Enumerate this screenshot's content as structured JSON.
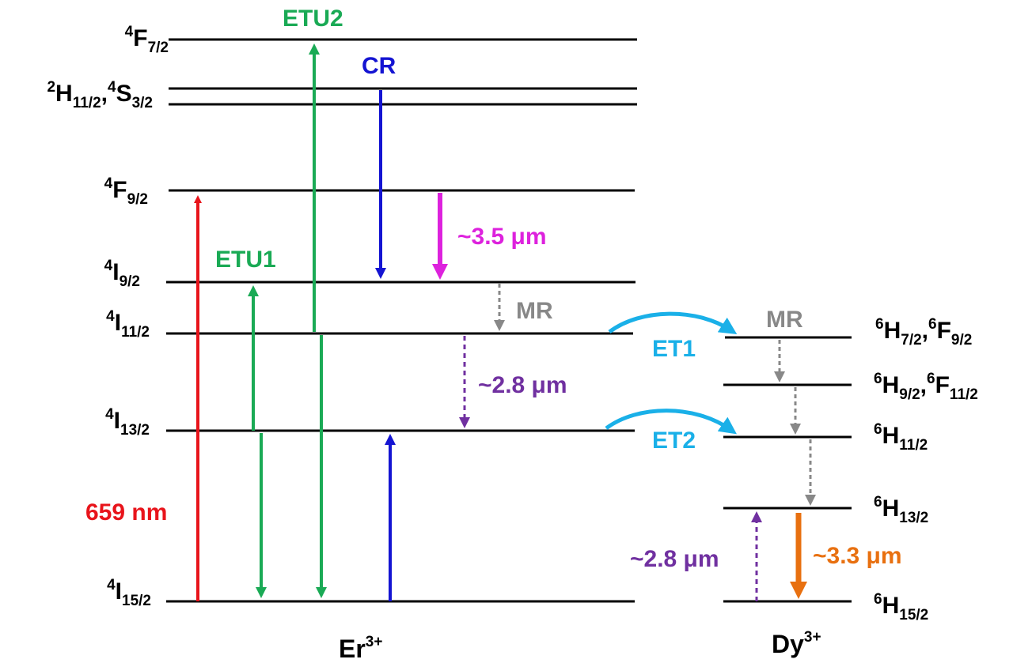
{
  "ions": {
    "er": {
      "name": "Er",
      "charge": "3+"
    },
    "dy": {
      "name": "Dy",
      "charge": "3+"
    }
  },
  "er_levels": [
    {
      "id": "er-4F7/2",
      "parts": [
        [
          "4",
          "F",
          "7/2"
        ]
      ]
    },
    {
      "id": "er-2H11/2",
      "parts": [
        [
          "2",
          "H",
          "11/2"
        ]
      ]
    },
    {
      "id": "er-4S3/2",
      "parts": [
        [
          "4",
          "S",
          "3/2"
        ]
      ]
    },
    {
      "id": "er-4F9/2",
      "parts": [
        [
          "4",
          "F",
          "9/2"
        ]
      ]
    },
    {
      "id": "er-4I9/2",
      "parts": [
        [
          "4",
          "I",
          "9/2"
        ]
      ]
    },
    {
      "id": "er-4I11/2",
      "parts": [
        [
          "4",
          "I",
          "11/2"
        ]
      ]
    },
    {
      "id": "er-4I13/2",
      "parts": [
        [
          "4",
          "I",
          "13/2"
        ]
      ]
    },
    {
      "id": "er-4I15/2",
      "parts": [
        [
          "4",
          "I",
          "15/2"
        ]
      ]
    }
  ],
  "er_combined_label": {
    "parts": [
      [
        "2",
        "H",
        "11/2"
      ],
      [
        "4",
        "S",
        "3/2"
      ]
    ]
  },
  "dy_levels": [
    {
      "id": "dy-6H7/2",
      "parts": [
        [
          "6",
          "H",
          "7/2"
        ],
        [
          "6",
          "F",
          "9/2"
        ]
      ]
    },
    {
      "id": "dy-6H9/2",
      "parts": [
        [
          "6",
          "H",
          "9/2"
        ],
        [
          "6",
          "F",
          "11/2"
        ]
      ]
    },
    {
      "id": "dy-6H11/2",
      "parts": [
        [
          "6",
          "H",
          "11/2"
        ]
      ]
    },
    {
      "id": "dy-6H13/2",
      "parts": [
        [
          "6",
          "H",
          "13/2"
        ]
      ]
    },
    {
      "id": "dy-6H15/2",
      "parts": [
        [
          "6",
          "H",
          "15/2"
        ]
      ]
    }
  ],
  "labels": {
    "pump": "659 nm",
    "etu1": "ETU1",
    "etu2": "ETU2",
    "cr": "CR",
    "em35": "~3.5 μm",
    "mr_er": "MR",
    "em28_er": "~2.8 μm",
    "et1": "ET1",
    "et2": "ET2",
    "mr_dy": "MR",
    "em28_dy": "~2.8 μm",
    "em33": "~3.3 μm"
  },
  "colors": {
    "pump": "#e8141b",
    "etu": "#1aaa55",
    "cr": "#1414d2",
    "em35": "#dd22dd",
    "mr": "#888888",
    "em28": "#7030a0",
    "et": "#1ab0e8",
    "em33": "#e87010",
    "level": "#000000"
  }
}
